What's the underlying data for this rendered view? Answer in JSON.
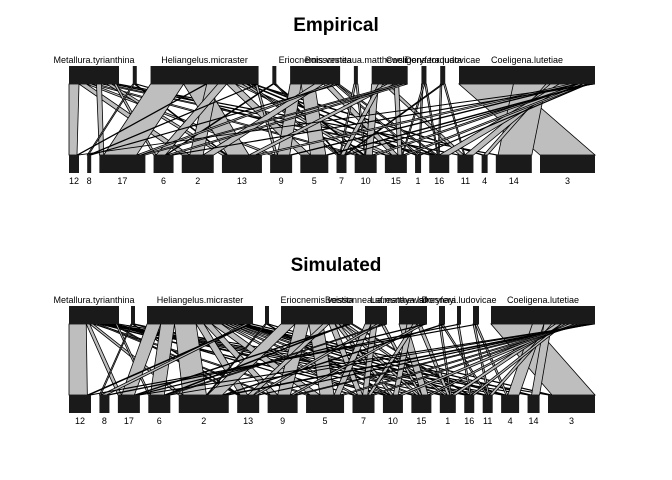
{
  "panels": [
    {
      "title": "Empirical",
      "higher": [
        {
          "label": "Metallura.tyrianthina",
          "w": 50
        },
        {
          "label": "",
          "w": 4
        },
        {
          "label": "Heliangelus.micraster",
          "w": 108
        },
        {
          "label": "",
          "w": 4
        },
        {
          "label": "Eriocnemis.vestita",
          "w": 50
        },
        {
          "label": "Boissonneaua.matthewsii",
          "w": 4
        },
        {
          "label": "",
          "w": 36
        },
        {
          "label": "Coeligena.torquata",
          "w": 5
        },
        {
          "label": "Doryfera.ludovicae",
          "w": 5
        },
        {
          "label": "Coeligena.lutetiae",
          "w": 136
        }
      ],
      "lower": [
        {
          "label": "12",
          "w": 10
        },
        {
          "label": "8",
          "w": 4
        },
        {
          "label": "17",
          "w": 46
        },
        {
          "label": "6",
          "w": 20
        },
        {
          "label": "2",
          "w": 32
        },
        {
          "label": "13",
          "w": 40
        },
        {
          "label": "9",
          "w": 22
        },
        {
          "label": "5",
          "w": 28
        },
        {
          "label": "7",
          "w": 10
        },
        {
          "label": "10",
          "w": 22
        },
        {
          "label": "15",
          "w": 22
        },
        {
          "label": "1",
          "w": 6
        },
        {
          "label": "16",
          "w": 20
        },
        {
          "label": "11",
          "w": 16
        },
        {
          "label": "4",
          "w": 6
        },
        {
          "label": "14",
          "w": 36
        },
        {
          "label": "3",
          "w": 55
        }
      ],
      "links": [
        [
          0,
          0,
          8
        ],
        [
          0,
          4,
          6
        ],
        [
          0,
          6,
          4
        ],
        [
          0,
          9,
          4
        ],
        [
          0,
          2,
          4
        ],
        [
          0,
          12,
          4
        ],
        [
          0,
          5,
          4
        ],
        [
          0,
          13,
          2
        ],
        [
          0,
          3,
          2
        ],
        [
          0,
          15,
          2
        ],
        [
          1,
          1,
          1
        ],
        [
          1,
          5,
          1
        ],
        [
          1,
          10,
          1
        ],
        [
          2,
          2,
          30
        ],
        [
          2,
          5,
          20
        ],
        [
          2,
          0,
          1
        ],
        [
          2,
          4,
          10
        ],
        [
          2,
          3,
          8
        ],
        [
          2,
          7,
          8
        ],
        [
          2,
          10,
          6
        ],
        [
          2,
          9,
          4
        ],
        [
          2,
          11,
          2
        ],
        [
          2,
          8,
          2
        ],
        [
          2,
          14,
          2
        ],
        [
          2,
          12,
          2
        ],
        [
          2,
          6,
          2
        ],
        [
          2,
          1,
          1
        ],
        [
          3,
          3,
          1
        ],
        [
          3,
          9,
          1
        ],
        [
          3,
          8,
          1
        ],
        [
          4,
          6,
          10
        ],
        [
          4,
          7,
          12
        ],
        [
          4,
          4,
          8
        ],
        [
          4,
          10,
          6
        ],
        [
          4,
          2,
          4
        ],
        [
          4,
          11,
          2
        ],
        [
          4,
          12,
          2
        ],
        [
          4,
          1,
          1
        ],
        [
          5,
          8,
          1
        ],
        [
          5,
          9,
          1
        ],
        [
          6,
          9,
          6
        ],
        [
          6,
          8,
          4
        ],
        [
          6,
          13,
          4
        ],
        [
          6,
          5,
          6
        ],
        [
          6,
          10,
          4
        ],
        [
          6,
          2,
          4
        ],
        [
          6,
          3,
          4
        ],
        [
          7,
          11,
          1
        ],
        [
          7,
          10,
          1
        ],
        [
          7,
          12,
          1
        ],
        [
          8,
          12,
          1
        ],
        [
          8,
          8,
          1
        ],
        [
          8,
          13,
          1
        ],
        [
          9,
          16,
          50
        ],
        [
          9,
          15,
          30
        ],
        [
          9,
          14,
          4
        ],
        [
          9,
          13,
          8
        ],
        [
          9,
          12,
          10
        ],
        [
          9,
          5,
          6
        ],
        [
          9,
          6,
          2
        ],
        [
          9,
          9,
          4
        ],
        [
          9,
          10,
          4
        ],
        [
          9,
          11,
          1
        ],
        [
          9,
          8,
          1
        ],
        [
          9,
          7,
          2
        ],
        [
          9,
          3,
          2
        ],
        [
          9,
          0,
          1
        ]
      ]
    },
    {
      "title": "Simulated",
      "higher": [
        {
          "label": "Metallura.tyrianthina",
          "w": 50
        },
        {
          "label": "",
          "w": 4
        },
        {
          "label": "Heliangelus.micraster",
          "w": 106
        },
        {
          "label": "",
          "w": 4
        },
        {
          "label": "Eriocnemis.vestita",
          "w": 72
        },
        {
          "label": "Boissonneaua.matthewsii",
          "w": 22
        },
        {
          "label": "Lafresnaya.lafresnayi",
          "w": 28
        },
        {
          "label": "",
          "w": 6
        },
        {
          "label": "Doryfera.ludovicae",
          "w": 4
        },
        {
          "label": "",
          "w": 6
        },
        {
          "label": "Coeligena.lutetiae",
          "w": 104
        }
      ],
      "lower": [
        {
          "label": "12",
          "w": 22
        },
        {
          "label": "8",
          "w": 10
        },
        {
          "label": "17",
          "w": 22
        },
        {
          "label": "6",
          "w": 22
        },
        {
          "label": "2",
          "w": 50
        },
        {
          "label": "13",
          "w": 22
        },
        {
          "label": "9",
          "w": 30
        },
        {
          "label": "5",
          "w": 38
        },
        {
          "label": "7",
          "w": 22
        },
        {
          "label": "10",
          "w": 20
        },
        {
          "label": "15",
          "w": 20
        },
        {
          "label": "1",
          "w": 16
        },
        {
          "label": "16",
          "w": 10
        },
        {
          "label": "11",
          "w": 10
        },
        {
          "label": "4",
          "w": 18
        },
        {
          "label": "14",
          "w": 12
        },
        {
          "label": "3",
          "w": 47
        }
      ],
      "links": [
        [
          0,
          0,
          20
        ],
        [
          0,
          2,
          4
        ],
        [
          0,
          4,
          4
        ],
        [
          0,
          7,
          4
        ],
        [
          0,
          6,
          3
        ],
        [
          0,
          9,
          3
        ],
        [
          0,
          11,
          2
        ],
        [
          0,
          12,
          2
        ],
        [
          0,
          13,
          2
        ],
        [
          0,
          14,
          2
        ],
        [
          0,
          15,
          2
        ],
        [
          0,
          8,
          2
        ],
        [
          0,
          5,
          2
        ],
        [
          0,
          10,
          2
        ],
        [
          0,
          3,
          2
        ],
        [
          0,
          16,
          2
        ],
        [
          1,
          1,
          1
        ],
        [
          1,
          5,
          1
        ],
        [
          1,
          9,
          1
        ],
        [
          1,
          12,
          1
        ],
        [
          2,
          2,
          14
        ],
        [
          2,
          3,
          14
        ],
        [
          2,
          4,
          22
        ],
        [
          2,
          5,
          8
        ],
        [
          2,
          6,
          8
        ],
        [
          2,
          7,
          10
        ],
        [
          2,
          8,
          4
        ],
        [
          2,
          9,
          4
        ],
        [
          2,
          10,
          4
        ],
        [
          2,
          11,
          4
        ],
        [
          2,
          12,
          2
        ],
        [
          2,
          13,
          2
        ],
        [
          2,
          14,
          2
        ],
        [
          2,
          15,
          2
        ],
        [
          2,
          1,
          4
        ],
        [
          2,
          0,
          2
        ],
        [
          2,
          16,
          2
        ],
        [
          3,
          4,
          1
        ],
        [
          3,
          9,
          1
        ],
        [
          3,
          14,
          1
        ],
        [
          4,
          4,
          14
        ],
        [
          4,
          6,
          14
        ],
        [
          4,
          7,
          14
        ],
        [
          4,
          5,
          6
        ],
        [
          4,
          8,
          6
        ],
        [
          4,
          9,
          4
        ],
        [
          4,
          10,
          4
        ],
        [
          4,
          11,
          4
        ],
        [
          4,
          3,
          2
        ],
        [
          4,
          2,
          2
        ],
        [
          4,
          12,
          2
        ],
        [
          5,
          7,
          6
        ],
        [
          5,
          8,
          6
        ],
        [
          5,
          5,
          4
        ],
        [
          5,
          10,
          3
        ],
        [
          5,
          3,
          3
        ],
        [
          6,
          10,
          8
        ],
        [
          6,
          9,
          6
        ],
        [
          6,
          8,
          4
        ],
        [
          6,
          11,
          4
        ],
        [
          6,
          6,
          4
        ],
        [
          6,
          2,
          2
        ],
        [
          7,
          11,
          2
        ],
        [
          7,
          13,
          2
        ],
        [
          7,
          4,
          2
        ],
        [
          8,
          12,
          2
        ],
        [
          8,
          1,
          2
        ],
        [
          9,
          13,
          2
        ],
        [
          9,
          14,
          2
        ],
        [
          9,
          0,
          2
        ],
        [
          10,
          16,
          43
        ],
        [
          10,
          14,
          12
        ],
        [
          10,
          15,
          8
        ],
        [
          10,
          13,
          4
        ],
        [
          10,
          11,
          6
        ],
        [
          10,
          12,
          4
        ],
        [
          10,
          10,
          4
        ],
        [
          10,
          9,
          6
        ],
        [
          10,
          8,
          4
        ],
        [
          10,
          7,
          4
        ],
        [
          10,
          6,
          4
        ],
        [
          10,
          5,
          2
        ],
        [
          10,
          4,
          4
        ],
        [
          10,
          3,
          1
        ],
        [
          10,
          2,
          2
        ]
      ]
    }
  ],
  "colors": {
    "bar": "#1a1a1a",
    "link_fill": "#bebebe",
    "link_stroke": "#000000",
    "background": "#ffffff"
  }
}
